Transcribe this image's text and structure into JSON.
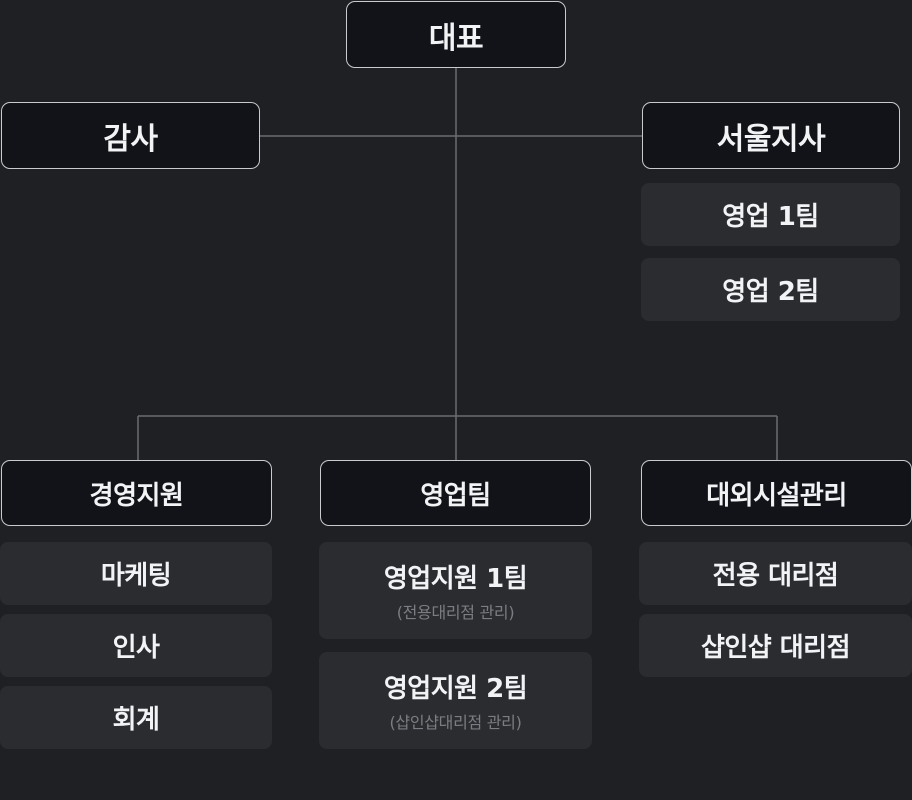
{
  "org": {
    "ceo": "대표",
    "audit": "감사",
    "seoul_branch": {
      "title": "서울지사",
      "teams": [
        "영업 1팀",
        "영업 2팀"
      ]
    },
    "management_support": {
      "title": "경영지원",
      "teams": [
        "마케팅",
        "인사",
        "회계"
      ]
    },
    "sales": {
      "title": "영업팀",
      "teams": [
        {
          "name": "영업지원 1팀",
          "note": "(전용대리점 관리)"
        },
        {
          "name": "영업지원 2팀",
          "note": "(샵인샵대리점 관리)"
        }
      ]
    },
    "external_facilities": {
      "title": "대외시설관리",
      "teams": [
        "전용 대리점",
        "샵인샵 대리점"
      ]
    }
  },
  "colors": {
    "background": "#1f2023",
    "head_box": "#111318",
    "head_border": "#c9cacd",
    "sub_box": "#2a2c30",
    "connector": "#6b6c70",
    "text": "#f2f3f5",
    "note_text": "#7b7d82"
  }
}
